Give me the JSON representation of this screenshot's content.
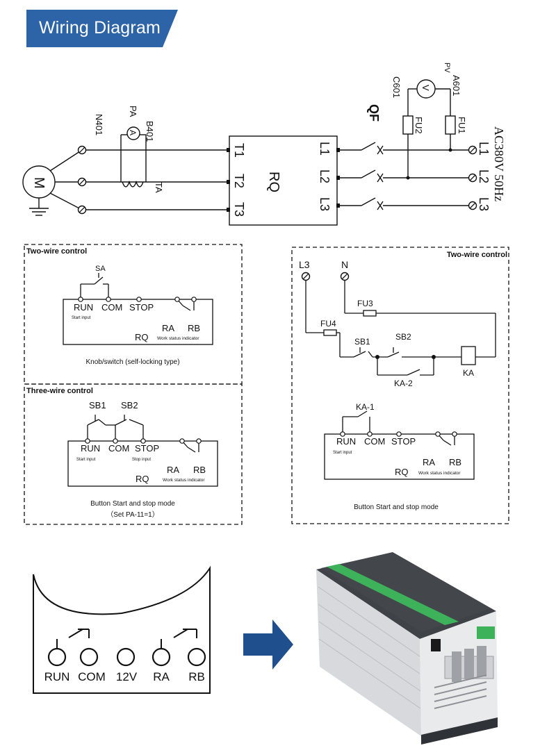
{
  "header": {
    "title": "Wiring Diagram",
    "accent": "#2d63a7"
  },
  "main_circuit": {
    "motor": "M",
    "controller": "RQ",
    "outputs": [
      "T1",
      "T2",
      "T3"
    ],
    "inputs": [
      "L1",
      "L2",
      "L3"
    ],
    "supply_terminals": [
      "L1",
      "L2",
      "L3"
    ],
    "supply": "AC380V 50Hz",
    "breaker": "QF",
    "fuses": [
      "FU1",
      "FU2"
    ],
    "voltmeter": "V",
    "voltmeter_label": "PV",
    "ammeter": "A",
    "ammeter_label": "PA",
    "current_transformer": "TA",
    "wire_labels": [
      "A601",
      "C601",
      "B401",
      "N401"
    ]
  },
  "two_wire_left": {
    "title": "Two-wire control",
    "switch": "SA",
    "terminals": [
      "RUN",
      "COM",
      "STOP"
    ],
    "relay": [
      "RA",
      "RB"
    ],
    "device": "RQ",
    "start_note": "Start input",
    "status_note": "Work status indicator",
    "caption": "Knob/switch (self-locking type)"
  },
  "three_wire": {
    "title": "Three-wire control",
    "buttons": [
      "SB1",
      "SB2"
    ],
    "terminals": [
      "RUN",
      "COM",
      "STOP"
    ],
    "relay": [
      "RA",
      "RB"
    ],
    "device": "RQ",
    "start_note": "Start input",
    "stop_note": "Stop input",
    "status_note": "Work status indicator",
    "caption": "Button Start and stop mode",
    "caption_sub": "（Set PA-11=1）"
  },
  "two_wire_right": {
    "title": "Two-wire control",
    "phases": [
      "L3",
      "N"
    ],
    "fuses": [
      "FU3",
      "FU4"
    ],
    "buttons": [
      "SB1",
      "SB2"
    ],
    "contact": "KA-2",
    "coil": "KA",
    "aux_contact": "KA-1",
    "terminals": [
      "RUN",
      "COM",
      "STOP"
    ],
    "relay": [
      "RA",
      "RB"
    ],
    "device": "RQ",
    "start_note": "Start input",
    "status_note": "Work status indicator",
    "caption": "Button Start and stop mode"
  },
  "terminal_strip": {
    "labels": [
      "RUN",
      "COM",
      "12V",
      "RA",
      "RB"
    ]
  },
  "colors": {
    "arrow": "#1f4f8c",
    "device_body": "#dfe1e3",
    "device_top": "#3f4347",
    "terminal_green": "#3eb25a"
  }
}
